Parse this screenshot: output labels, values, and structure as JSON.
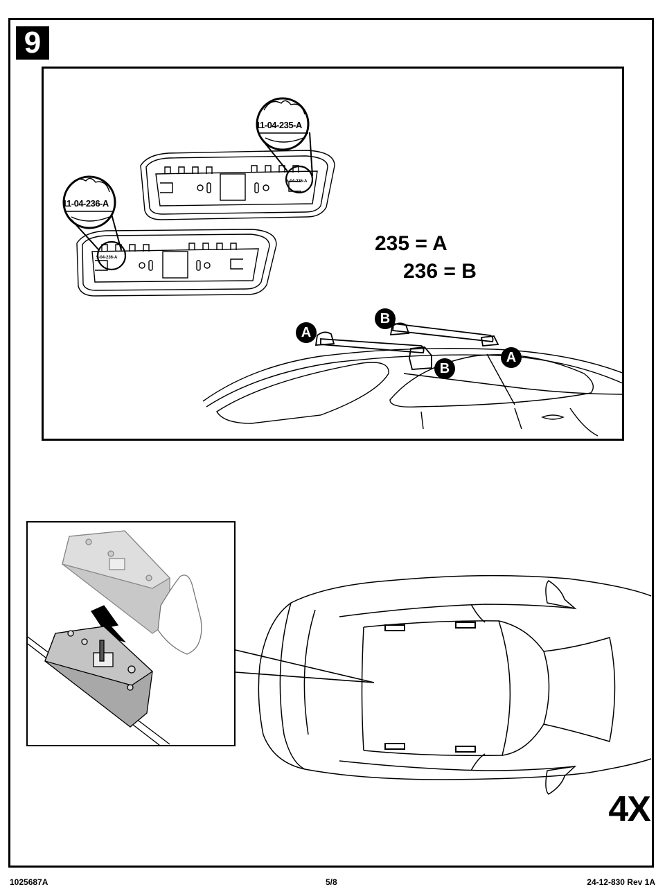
{
  "step": {
    "number": "9"
  },
  "callouts": {
    "foot_a_label": "11-04-235-A",
    "foot_b_label": "11-04-236-A",
    "foot_a_small": "5-04-235-A",
    "foot_b_small": "5-04-236-A"
  },
  "mapping": {
    "line_a": "235 = A",
    "line_b": "236 = B"
  },
  "position_markers": {
    "a_front": "A",
    "b_front": "B",
    "b_rear": "B",
    "a_rear": "A"
  },
  "quantity": "4X",
  "footer": {
    "doc_number": "1025687A",
    "page": "5/8",
    "revision": "24-12-830 Rev 1A"
  },
  "icons": [
    "pad-callout-icon",
    "car-roof-icon",
    "roof-bar-icon",
    "install-arrow-icon",
    "hand-icon",
    "car-top-view-icon"
  ]
}
